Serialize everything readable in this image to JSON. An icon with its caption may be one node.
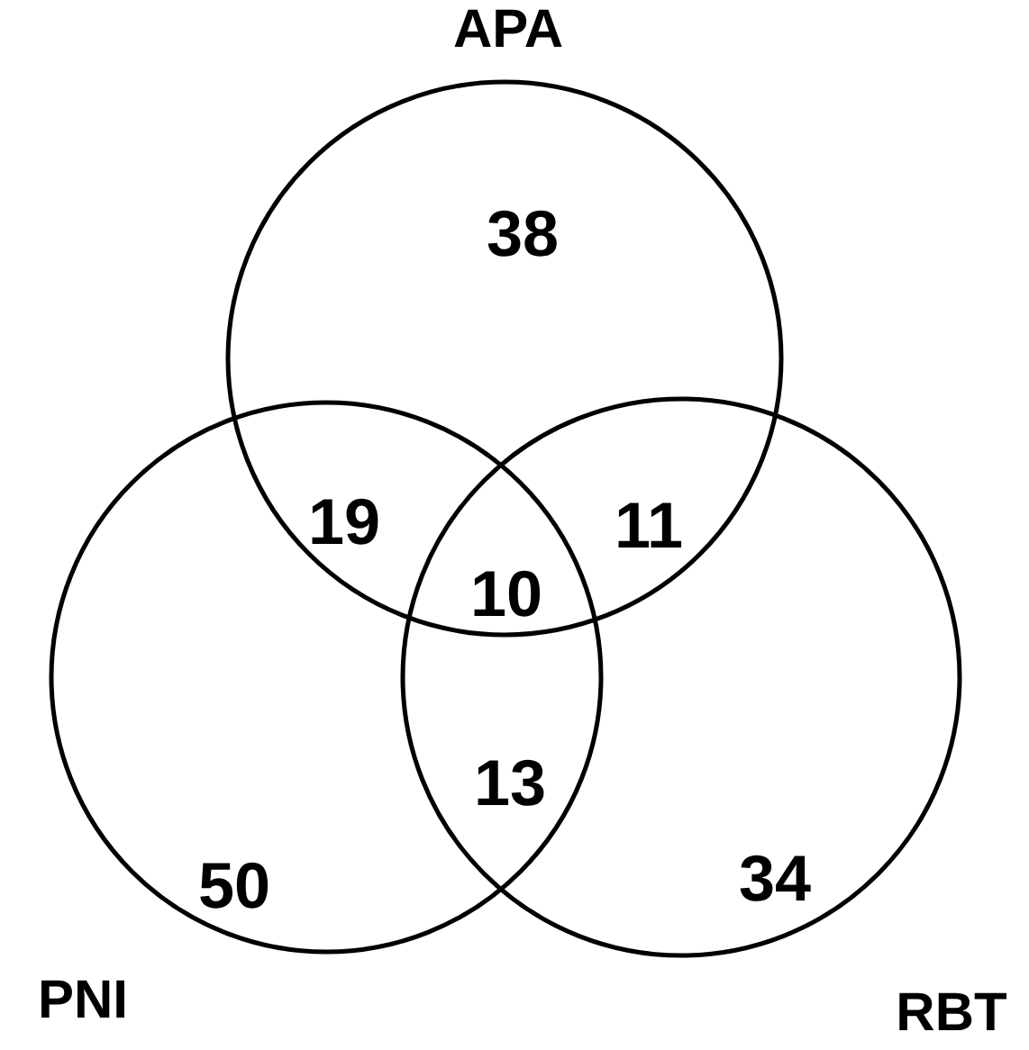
{
  "diagram": {
    "nodes": [
      {
        "text": [
          "APA"
        ]
      },
      {
        "text": [
          "PNI"
        ]
      },
      {
        "text": [
          "RBT"
        ]
      }
    ],
    "labels": [
      "38",
      "19",
      "11",
      "10",
      "13",
      "50",
      "34"
    ]
  }
}
